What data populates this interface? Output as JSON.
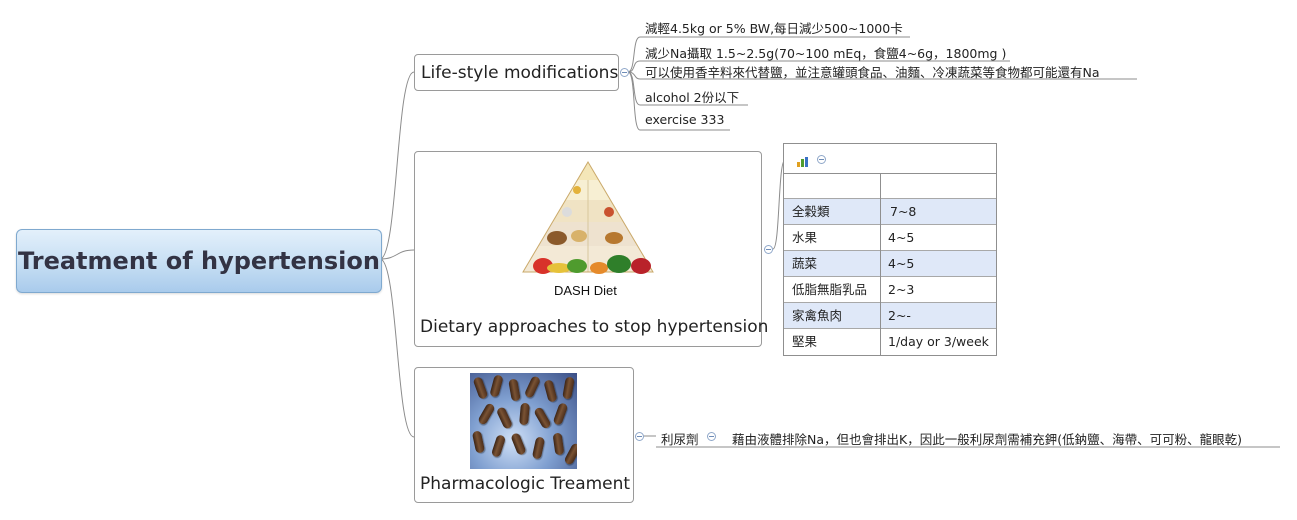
{
  "root": {
    "title": "Treatment of hypertension"
  },
  "lifestyle": {
    "title": "Life-style modifications",
    "items": [
      "減輕4.5kg or 5% BW,每日減少500~1000卡",
      "減少Na攝取 1.5~2.5g(70~100 mEq，食鹽4~6g，1800mg )",
      "可以使用香辛料來代替鹽，並注意罐頭食品、油麵、冷凍蔬菜等食物都可能還有Na",
      "alcohol 2份以下",
      "exercise  333"
    ]
  },
  "dash": {
    "title": "Dietary approaches to stop hypertension",
    "image_caption": "DASH Diet",
    "image_icon": "food-pyramid-image",
    "table_icon": "chart-icon",
    "table": {
      "rows": [
        {
          "food": "全穀類",
          "servings": "7~8"
        },
        {
          "food": "水果",
          "servings": "4~5"
        },
        {
          "food": "蔬菜",
          "servings": "4~5"
        },
        {
          "food": "低脂無脂乳品",
          "servings": "2~3"
        },
        {
          "food": "家禽魚肉",
          "servings": "2~-"
        },
        {
          "food": "堅果",
          "servings": "1/day or 3/week"
        }
      ]
    }
  },
  "pharma": {
    "title": "Pharmacologic Treament",
    "image_icon": "pills-image",
    "child": "利尿劑",
    "grandchild": "藉由液體排除Na，但也會排出K，因此一般利尿劑需補充鉀(低鈉鹽、海帶、可可粉、龍眼乾)"
  },
  "colors": {
    "root_fill": "#c6def3",
    "connector": "#8c8c8c",
    "table_alt_row": "#dfe8f8",
    "collapse_icon": "#6f8db8"
  }
}
